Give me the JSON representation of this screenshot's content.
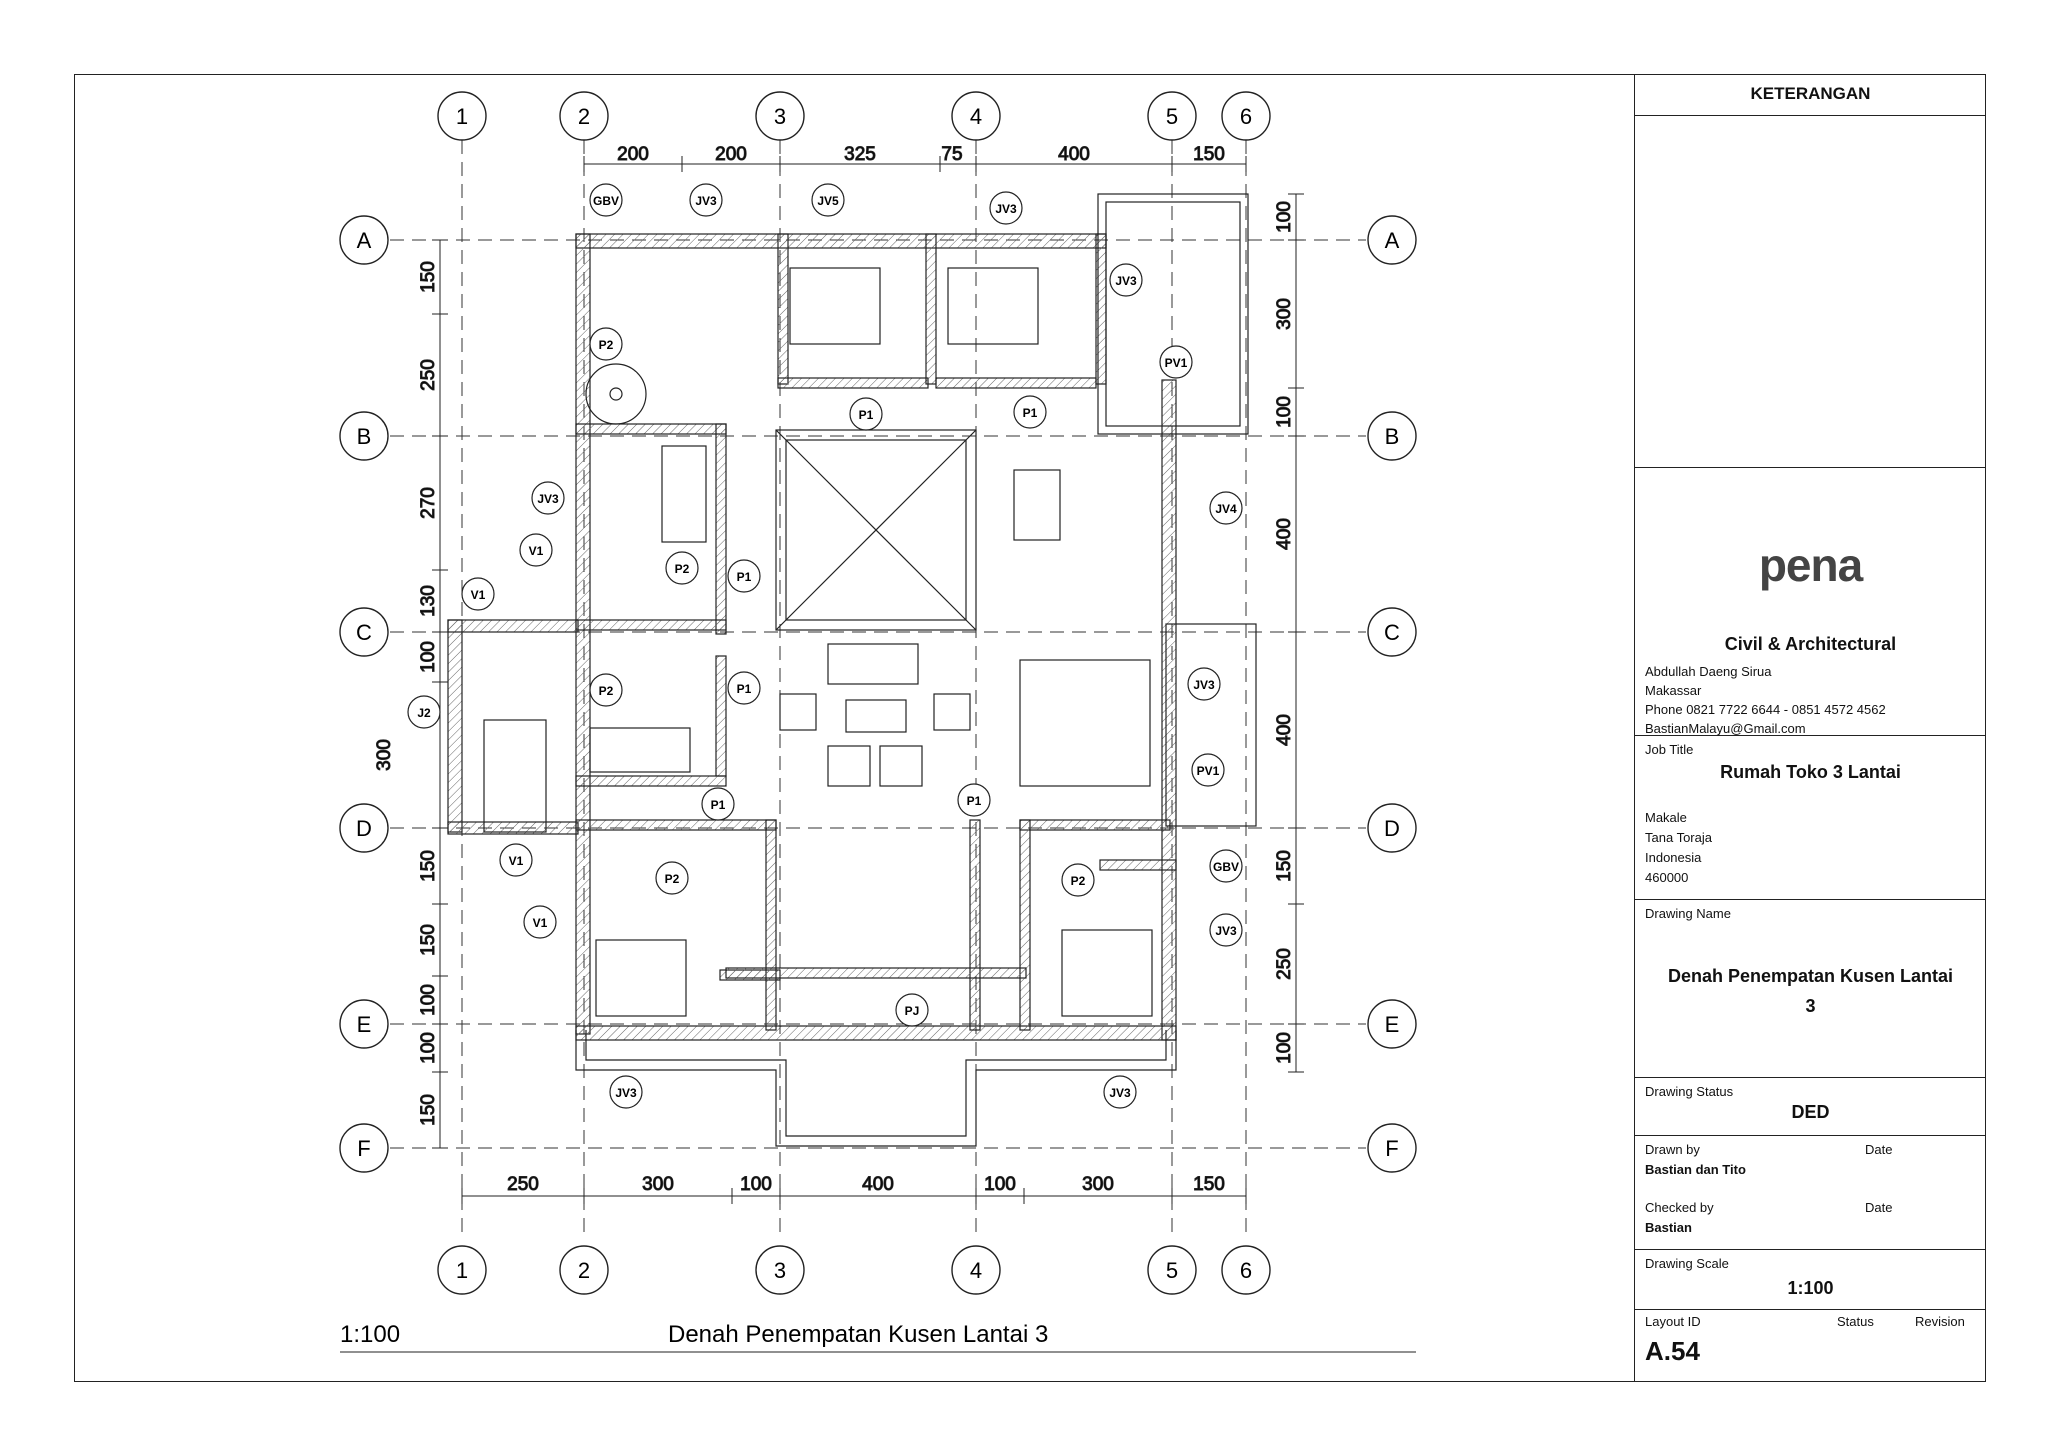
{
  "plan": {
    "grid_cols": [
      "1",
      "2",
      "3",
      "4",
      "5",
      "6"
    ],
    "grid_rows": [
      "A",
      "B",
      "C",
      "D",
      "E",
      "F"
    ],
    "top_dims": [
      "200",
      "200",
      "325",
      "75",
      "400",
      "150"
    ],
    "bottom_dims": [
      "250",
      "300",
      "100",
      "400",
      "100",
      "300",
      "150"
    ],
    "left_dims": [
      "150",
      "250",
      "270",
      "130",
      "100",
      "300",
      "150",
      "150",
      "100",
      "100",
      "150"
    ],
    "right_dims": [
      "100",
      "300",
      "100",
      "400",
      "400",
      "150",
      "250",
      "100"
    ],
    "tags": {
      "gbv": "GBV",
      "jv3": "JV3",
      "jv4": "JV4",
      "jv5": "JV5",
      "j2": "J2",
      "p1": "P1",
      "p2": "P2",
      "pv1": "PV1",
      "v1": "V1",
      "pj": "PJ"
    },
    "scale": "1:100",
    "title": "Denah Penempatan Kusen Lantai 3"
  },
  "titleblock": {
    "header": "KETERANGAN",
    "logo": "pena",
    "company": "Civil & Architectural",
    "address_lines": [
      "Abdullah Daeng Sirua",
      "Makassar",
      "Phone 0821 7722 6644 - 0851 4572 4562",
      "BastianMalayu@Gmail.com"
    ],
    "job_title_label": "Job Title",
    "job_title": "Rumah Toko 3 Lantai",
    "location_lines": [
      "Makale",
      "Tana Toraja",
      "Indonesia",
      "460000"
    ],
    "drawing_name_label": "Drawing Name",
    "drawing_name_1": "Denah Penempatan Kusen Lantai",
    "drawing_name_2": "3",
    "status_label": "Drawing Status",
    "status": "DED",
    "drawn_by_label": "Drawn by",
    "drawn_by": "Bastian dan Tito",
    "date_label": "Date",
    "checked_by_label": "Checked by",
    "checked_by": "Bastian",
    "scale_label": "Drawing Scale",
    "scale": "1:100",
    "layout_id_label": "Layout ID",
    "layout_id": "A.54",
    "status_col_label": "Status",
    "revision_label": "Revision"
  }
}
